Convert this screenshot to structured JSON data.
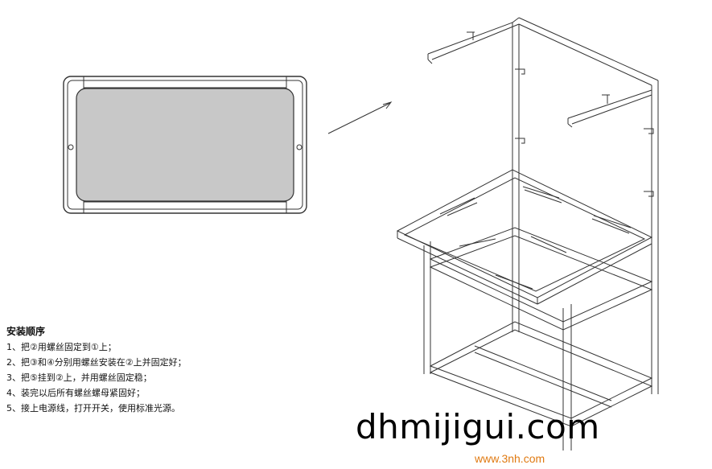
{
  "instructions": {
    "heading": "安装顺序",
    "steps": [
      "1、把②用螺丝固定到①上；",
      "2、把③和④分别用螺丝安装在②上并固定好；",
      "3、把⑤挂到②上，并用螺丝固定稳；",
      "4、装完以后所有螺丝螺母紧固好；",
      "5、接上电源线，打开开关，使用标准光源。"
    ]
  },
  "watermark": {
    "main": "dhmijigui.com",
    "sub": "www.3nh.com",
    "sub_color": "#e07a12"
  },
  "colors": {
    "line": "#333333",
    "panel_fill": "#c8c8c8"
  }
}
